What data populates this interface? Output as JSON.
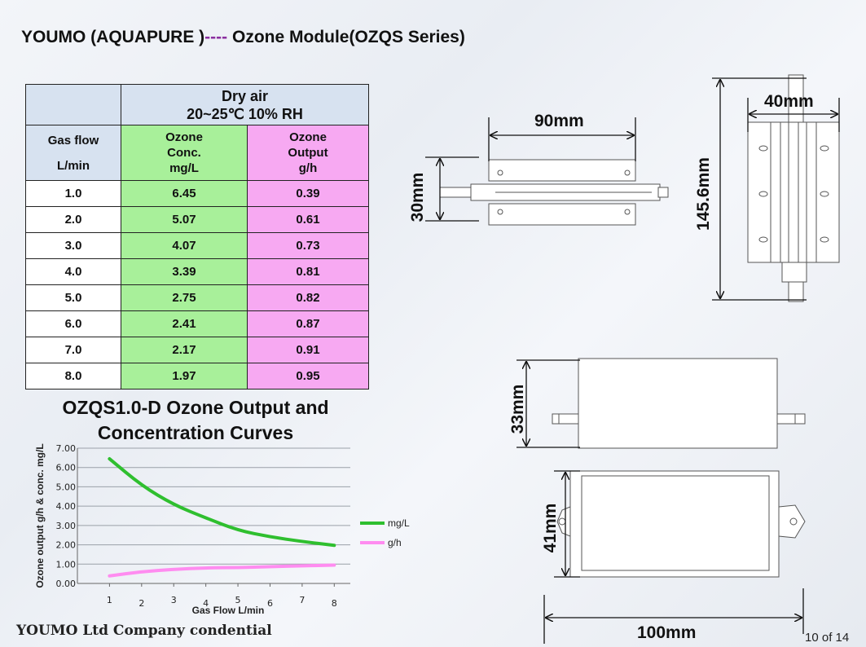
{
  "title": {
    "prefix": "YOUMO (AQUAPURE )",
    "dashes": "----",
    "suffix": " Ozone Module(OZQS Series)"
  },
  "table": {
    "dry_air_line1": "Dry air",
    "dry_air_line2": "20~25℃ 10% RH",
    "col_flow": {
      "line1": "Gas flow",
      "line2": "L/min"
    },
    "col_conc": {
      "line1": "Ozone",
      "line2": "Conc.",
      "line3": "mg/L"
    },
    "col_output": {
      "line1": "Ozone",
      "line2": "Output",
      "line3": "g/h"
    },
    "rows": [
      {
        "flow": "1.0",
        "conc": "6.45",
        "output": "0.39"
      },
      {
        "flow": "2.0",
        "conc": "5.07",
        "output": "0.61"
      },
      {
        "flow": "3.0",
        "conc": "4.07",
        "output": "0.73"
      },
      {
        "flow": "4.0",
        "conc": "3.39",
        "output": "0.81"
      },
      {
        "flow": "5.0",
        "conc": "2.75",
        "output": "0.82"
      },
      {
        "flow": "6.0",
        "conc": "2.41",
        "output": "0.87"
      },
      {
        "flow": "7.0",
        "conc": "2.17",
        "output": "0.91"
      },
      {
        "flow": "8.0",
        "conc": "1.97",
        "output": "0.95"
      }
    ]
  },
  "chart_title": {
    "line1": "OZQS1.0-D Ozone Output and",
    "line2": "Concentration Curves"
  },
  "chart_data": {
    "type": "line",
    "x": [
      1,
      2,
      3,
      4,
      5,
      6,
      7,
      8
    ],
    "series": [
      {
        "name": "mg/L",
        "color": "#2fbf2f",
        "values": [
          6.45,
          5.07,
          4.07,
          3.39,
          2.75,
          2.41,
          2.17,
          1.97
        ]
      },
      {
        "name": "g/h",
        "color": "#ff8cf0",
        "values": [
          0.39,
          0.61,
          0.73,
          0.81,
          0.82,
          0.87,
          0.91,
          0.95
        ]
      }
    ],
    "xlabel": "Gas Flow L/min",
    "ylabel": "Ozone output g/h & conc. mg/L",
    "xlim": [
      0,
      8.5
    ],
    "ylim": [
      0,
      7
    ],
    "yticks": [
      "0.00",
      "1.00",
      "2.00",
      "3.00",
      "4.00",
      "5.00",
      "6.00",
      "7.00"
    ],
    "xticks": [
      "1",
      "2",
      "3",
      "4",
      "5",
      "6",
      "7",
      "8"
    ],
    "grid": true,
    "legend": "right"
  },
  "dimensions": {
    "d90": "90mm",
    "d30": "30mm",
    "d40": "40mm",
    "d145": "145.6mm",
    "d33": "33mm",
    "d41": "41mm",
    "d100": "100mm"
  },
  "footer": {
    "company": "YOUMO Ltd Company condential",
    "page": "10  of  14"
  }
}
